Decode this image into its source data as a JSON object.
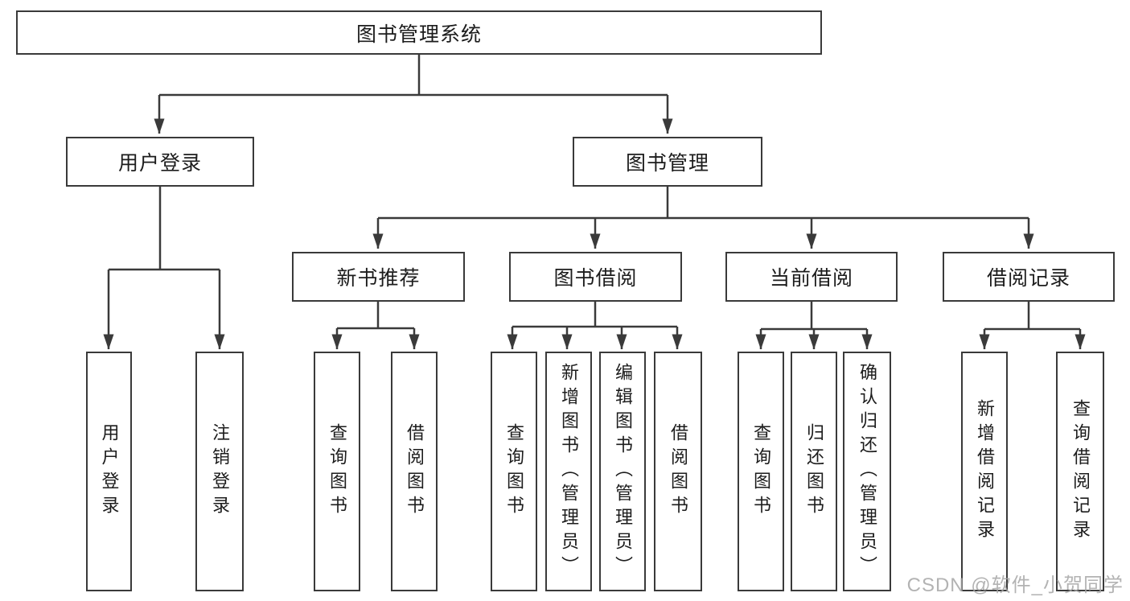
{
  "colors": {
    "line": "#3a3a3a",
    "text": "#1c1c1c",
    "box_background": "#ffffff",
    "watermark": "#a6a6a6"
  },
  "tree": {
    "root": "图书管理系统",
    "branches": [
      {
        "label": "用户登录",
        "children": [
          "用户登录",
          "注销登录"
        ]
      },
      {
        "label": "图书管理",
        "groups": [
          {
            "label": "新书推荐",
            "children": [
              "查询图书",
              "借阅图书"
            ]
          },
          {
            "label": "图书借阅",
            "children": [
              "查询图书",
              "新增图书（管理员）",
              "编辑图书（管理员）",
              "借阅图书"
            ]
          },
          {
            "label": "当前借阅",
            "children": [
              "查询图书",
              "归还图书",
              "确认归还（管理员）"
            ]
          },
          {
            "label": "借阅记录",
            "children": [
              "新增借阅记录",
              "查询借阅记录"
            ]
          }
        ]
      }
    ]
  },
  "watermark": "CSDN @软件_小贺同学"
}
